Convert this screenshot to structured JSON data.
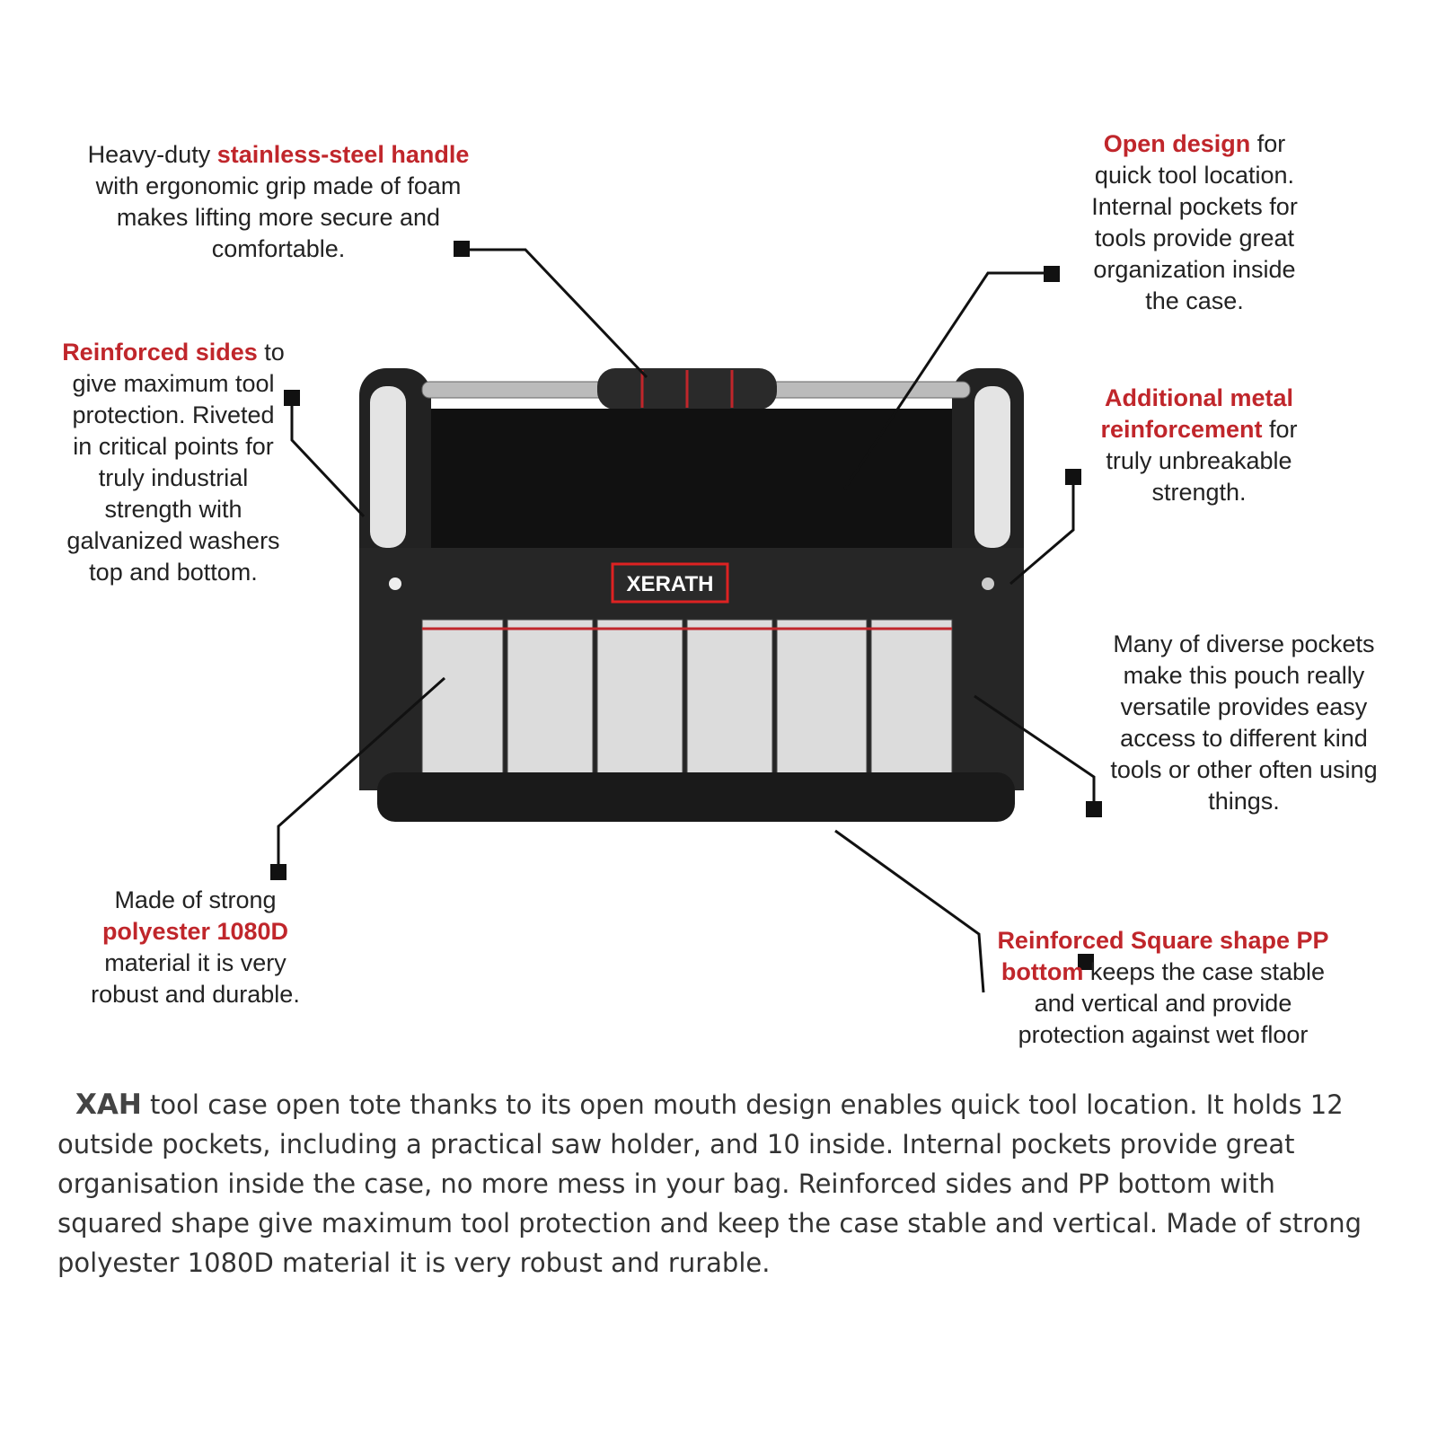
{
  "brand_logo": "XERATH",
  "callouts": {
    "handle": {
      "pre": "Heavy-duty ",
      "red": "stainless-steel handle",
      "text": " with ergonomic grip made of foam makes lifting more secure and comfortable."
    },
    "open": {
      "red": "Open design",
      "text": " for quick tool location. Internal pockets for tools provide great organization inside the case."
    },
    "sides": {
      "red": "Reinforced sides",
      "text": " to give maximum tool protection. Riveted in critical points for truly industrial strength with galvanized washers top and bottom."
    },
    "metal": {
      "red": "Additional metal reinforcement",
      "text": " for truly unbreakable strength."
    },
    "pockets": {
      "text": "Many of diverse pockets make this pouch really versatile provides easy access to different kind tools or other often using things."
    },
    "material": {
      "pre": "Made of strong ",
      "red": "polyester 1080D",
      "text": " material it is very robust and durable."
    },
    "bottom": {
      "red": "Reinforced Square shape PP bottom",
      "text": " keeps the case stable and vertical and provide protection against wet floor"
    }
  },
  "description": {
    "brand": "XAH",
    "text": " tool case open tote thanks to its open mouth design enables quick tool location.  It holds 12 outside pockets, including a practical saw holder, and 10 inside. Internal pockets provide great organisation inside the case, no more mess in your bag. Reinforced sides and PP bottom with squared shape give maximum tool protection and keep the case stable and vertical. Made of strong polyester 1080D material it is very robust and rurable."
  },
  "colors": {
    "accent": "#c0262b",
    "bag_dark": "#1c1c1c",
    "bag_grey": "#d8d8d8"
  }
}
